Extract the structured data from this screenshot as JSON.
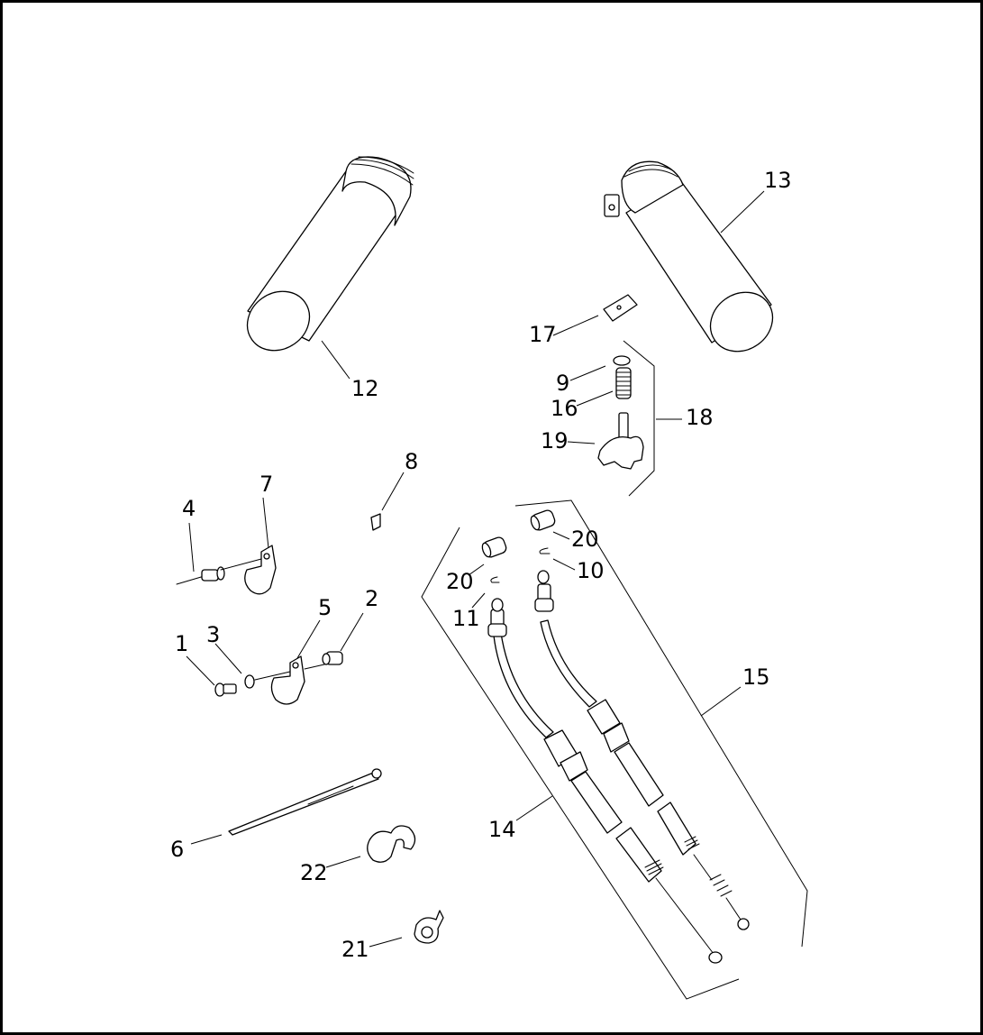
{
  "callouts": [
    {
      "id": "c1",
      "label": "1"
    },
    {
      "id": "c2",
      "label": "2"
    },
    {
      "id": "c3",
      "label": "3"
    },
    {
      "id": "c4",
      "label": "4"
    },
    {
      "id": "c5",
      "label": "5"
    },
    {
      "id": "c6",
      "label": "6"
    },
    {
      "id": "c7",
      "label": "7"
    },
    {
      "id": "c8",
      "label": "8"
    },
    {
      "id": "c9",
      "label": "9"
    },
    {
      "id": "c10",
      "label": "10"
    },
    {
      "id": "c11",
      "label": "11"
    },
    {
      "id": "c12",
      "label": "12"
    },
    {
      "id": "c13",
      "label": "13"
    },
    {
      "id": "c14",
      "label": "14"
    },
    {
      "id": "c15",
      "label": "15"
    },
    {
      "id": "c16",
      "label": "16"
    },
    {
      "id": "c17",
      "label": "17"
    },
    {
      "id": "c18",
      "label": "18"
    },
    {
      "id": "c19",
      "label": "19"
    },
    {
      "id": "c20a",
      "label": "20"
    },
    {
      "id": "c20b",
      "label": "20"
    },
    {
      "id": "c21",
      "label": "21"
    },
    {
      "id": "c22",
      "label": "22"
    }
  ]
}
